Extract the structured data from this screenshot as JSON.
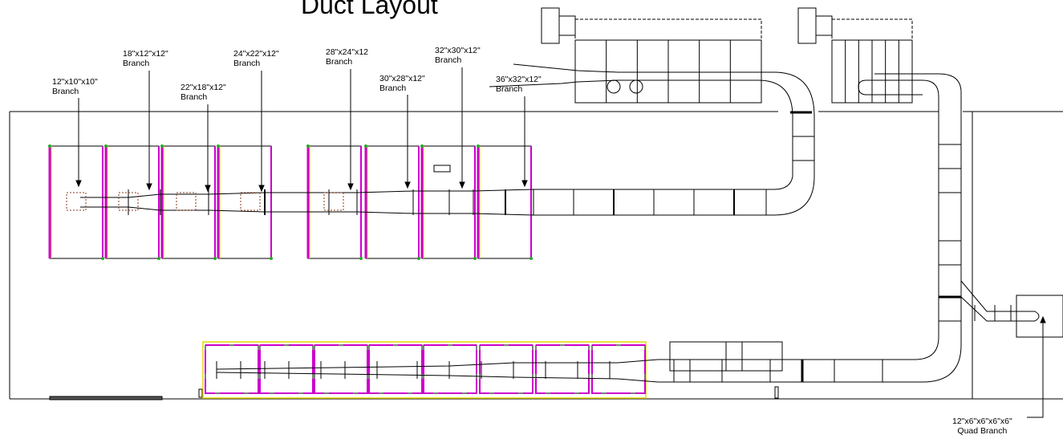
{
  "title": "Duct Layout",
  "branch_labels": [
    {
      "size": "12\"x10\"x10\"",
      "word": "Branch"
    },
    {
      "size": "18\"x12\"x12\"",
      "word": "Branch"
    },
    {
      "size": "22\"x18\"x12\"",
      "word": "Branch"
    },
    {
      "size": "24\"x22\"x12\"",
      "word": "Branch"
    },
    {
      "size": "28\"x24\"x12",
      "word": "Branch"
    },
    {
      "size": "30\"x28\"x12\"",
      "word": "Branch"
    },
    {
      "size": "32\"x30\"x12\"",
      "word": "Branch"
    },
    {
      "size": "36\"x32\"x12\"",
      "word": "Branch"
    }
  ],
  "quad_label": {
    "size": "12\"x6\"x6\"x6\"x6\"",
    "word": "Quad Branch"
  },
  "colors": {
    "line": "#000000",
    "magenta": "#cc00cc",
    "yellow": "#e6d800",
    "brown": "#8b3a1a",
    "green": "#22aa22"
  }
}
